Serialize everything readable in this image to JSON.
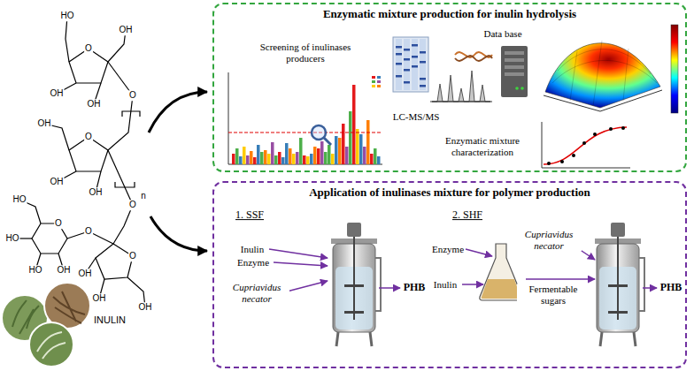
{
  "diagram": {
    "nodes": [
      {
        "text": [
          "Enzymatic mixture production for inulin hydrolysis"
        ]
      },
      {
        "text": [
          "Application of inulinases mixture for polymer production"
        ]
      }
    ],
    "labels": [
      "HO",
      "OH",
      "O",
      "OH",
      "OH",
      "O",
      "O",
      "OH",
      "OH",
      "OH",
      "n",
      "O",
      "HO",
      "O",
      "O",
      "O",
      "HO",
      "HO",
      "OH",
      "OH",
      "OH",
      "OH",
      "INULIN",
      "Screening of inulinases producers",
      "LC-MS/MS",
      "Data base",
      "Enzymatic mixture characterization",
      "1. SSF",
      "Inulin",
      "Enzyme",
      "Cupriavidus necator",
      "PHB",
      "2. SHF",
      "Enzyme",
      "Inulin",
      "Cupriavidus necator",
      "Fermentable sugars",
      "PHB"
    ]
  }
}
